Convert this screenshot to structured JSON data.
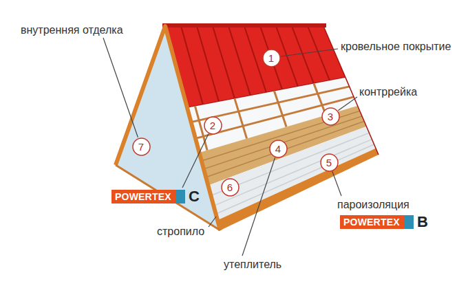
{
  "diagram": {
    "nodes": [
      {
        "text": [
          "1"
        ]
      },
      {
        "text": [
          "2"
        ]
      },
      {
        "text": [
          "3"
        ]
      },
      {
        "text": [
          "4"
        ]
      },
      {
        "text": [
          "5"
        ]
      },
      {
        "text": [
          "6"
        ]
      },
      {
        "text": [
          "7"
        ]
      },
      {
        "text": [
          "POWERTEX",
          "C"
        ]
      },
      {
        "text": [
          "POWERTEX",
          "B"
        ]
      }
    ],
    "labels": [
      "внутренняя отделка",
      "кровельное покрытие",
      "контррейка",
      "пароизоляция",
      "стропило",
      "утеплитель"
    ]
  }
}
